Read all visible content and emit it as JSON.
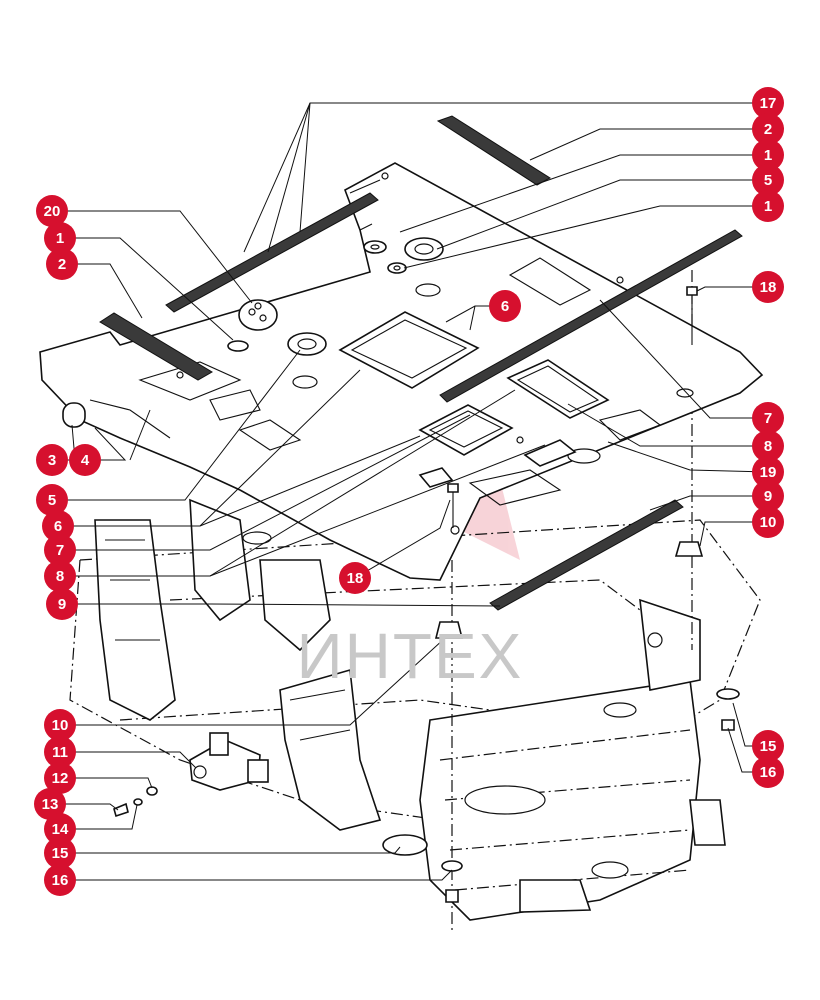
{
  "diagram": {
    "accent_color": "#d6102e",
    "callout_text_color": "#ffffff",
    "watermark_text": "ИНТЕХ",
    "callouts": [
      {
        "id": "c17",
        "label": "17"
      },
      {
        "id": "c2a",
        "label": "2"
      },
      {
        "id": "c1a",
        "label": "1"
      },
      {
        "id": "c5a",
        "label": "5"
      },
      {
        "id": "c1b",
        "label": "1"
      },
      {
        "id": "c20",
        "label": "20"
      },
      {
        "id": "c1c",
        "label": "1"
      },
      {
        "id": "c2b",
        "label": "2"
      },
      {
        "id": "c6a",
        "label": "6"
      },
      {
        "id": "c18a",
        "label": "18"
      },
      {
        "id": "c3",
        "label": "3"
      },
      {
        "id": "c4",
        "label": "4"
      },
      {
        "id": "c7a",
        "label": "7"
      },
      {
        "id": "c8a",
        "label": "8"
      },
      {
        "id": "c19",
        "label": "19"
      },
      {
        "id": "c5b",
        "label": "5"
      },
      {
        "id": "c9a",
        "label": "9"
      },
      {
        "id": "c6b",
        "label": "6"
      },
      {
        "id": "c10a",
        "label": "10"
      },
      {
        "id": "c7b",
        "label": "7"
      },
      {
        "id": "c8b",
        "label": "8"
      },
      {
        "id": "c18b",
        "label": "18"
      },
      {
        "id": "c9b",
        "label": "9"
      },
      {
        "id": "c10b",
        "label": "10"
      },
      {
        "id": "c11",
        "label": "11"
      },
      {
        "id": "c12",
        "label": "12"
      },
      {
        "id": "c13",
        "label": "13"
      },
      {
        "id": "c14",
        "label": "14"
      },
      {
        "id": "c15a",
        "label": "15"
      },
      {
        "id": "c16a",
        "label": "16"
      },
      {
        "id": "c15b",
        "label": "15"
      },
      {
        "id": "c16b",
        "label": "16"
      }
    ]
  }
}
